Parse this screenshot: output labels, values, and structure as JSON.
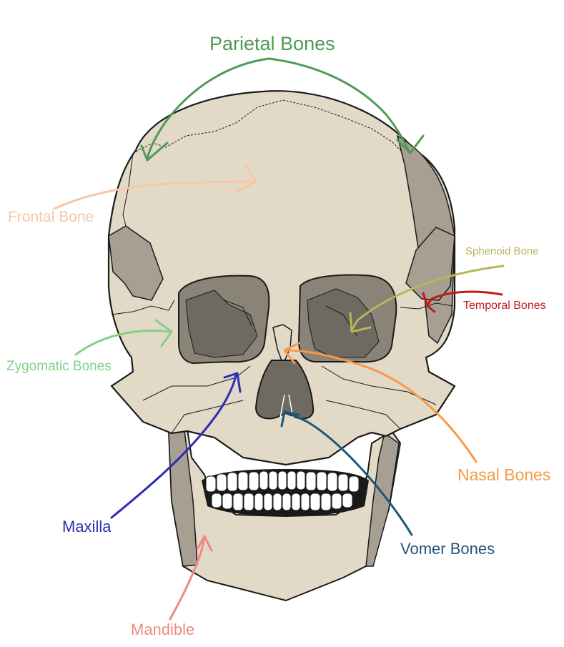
{
  "labels": {
    "parietal": {
      "text": "Parietal Bones",
      "color": "#4f9a55"
    },
    "frontal": {
      "text": "Frontal Bone",
      "color": "#f6c8a6"
    },
    "sphenoid": {
      "text": "Sphenoid Bone",
      "color": "#b9b45a"
    },
    "temporal": {
      "text": "Temporal Bones",
      "color": "#c11a1a"
    },
    "zygomatic": {
      "text": "Zygomatic Bones",
      "color": "#86cf86"
    },
    "maxilla": {
      "text": "Maxilla",
      "color": "#2d2db5"
    },
    "nasal": {
      "text": "Nasal Bones",
      "color": "#f59a4a"
    },
    "vomer": {
      "text": "Vomer Bones",
      "color": "#1c5877"
    },
    "mandible": {
      "text": "Mandible",
      "color": "#ee8a80"
    }
  },
  "colors": {
    "bone": "#e3d9c7",
    "bone_shadow": "#a69f92",
    "orbit": "#898378",
    "orbit_deep": "#6e6a62",
    "outline": "#1a1a1a",
    "teeth": "#ffffff"
  }
}
